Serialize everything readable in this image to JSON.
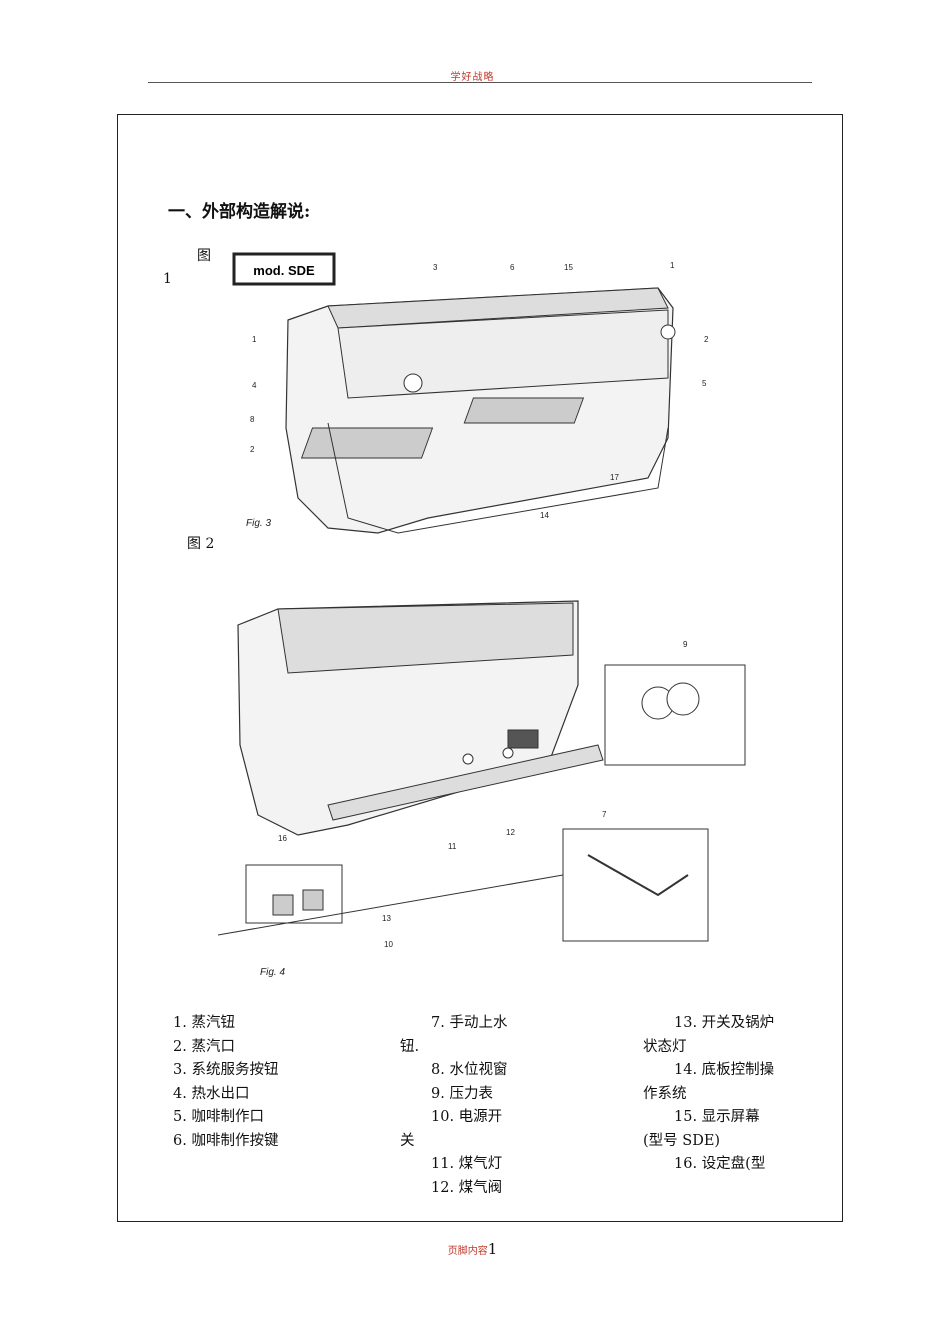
{
  "header": {
    "text": "学好战略"
  },
  "section": {
    "heading": "一、外部构造解说:"
  },
  "figure1": {
    "label_part1": "图",
    "label_part2": "1",
    "model_badge": "mod. SDE",
    "caption": "Fig. 3",
    "callouts": [
      "3",
      "6",
      "15",
      "1",
      "1",
      "2",
      "4",
      "5",
      "8",
      "2",
      "17",
      "14"
    ]
  },
  "figure2": {
    "label": "图 2",
    "caption": "Fig. 4",
    "callouts": [
      "9",
      "16",
      "11",
      "12",
      "7",
      "13",
      "10"
    ]
  },
  "legend": {
    "col1": [
      "1. 蒸汽钮",
      "2. 蒸汽口",
      "3. 系统服务按钮",
      "4. 热水出口",
      "5. 咖啡制作口",
      "6. 咖啡制作按键"
    ],
    "col2": [
      "7.  手动上水",
      "钮.",
      "8.  水位视窗",
      "9.  压力表",
      "10.      电源开",
      "关",
      "11.      煤气灯",
      "12.      煤气阀"
    ],
    "col3": [
      "13.      开关及锅炉",
      "状态灯",
      "14.      底板控制操",
      "作系统",
      "15.      显示屏幕",
      "(型号 SDE)",
      "16.      设定盘(型"
    ]
  },
  "footer": {
    "label": "页脚内容",
    "page_number": "1"
  }
}
